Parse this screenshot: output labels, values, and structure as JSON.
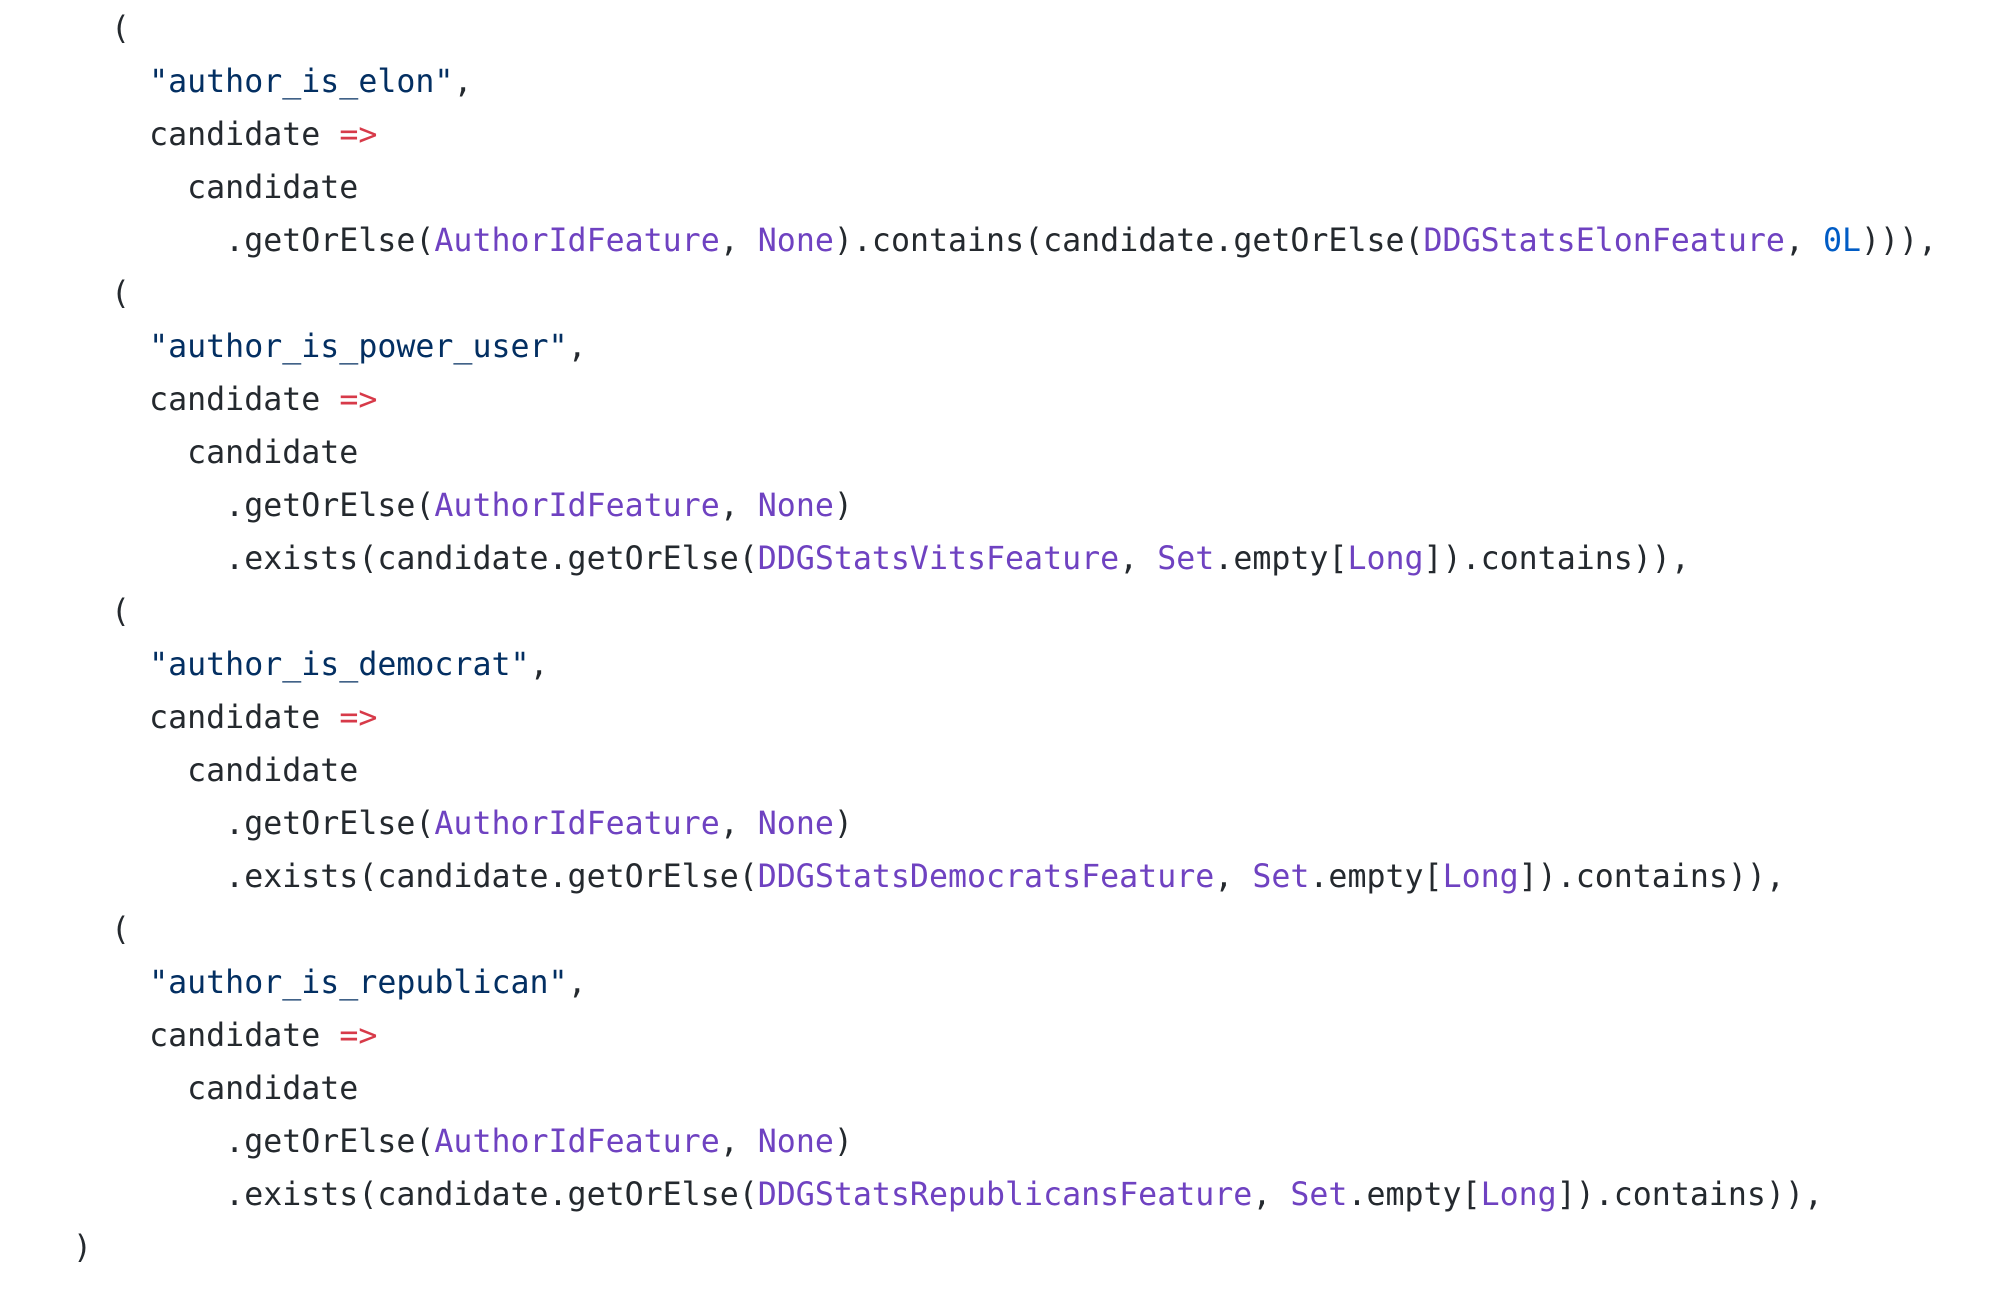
{
  "colors": {
    "background": "#ffffff",
    "plain": "#24292e",
    "string": "#032f62",
    "operator": "#d73a49",
    "type": "#6f42c1",
    "constant": "#005cc5"
  },
  "code": {
    "language": "scala",
    "lines": [
      {
        "indent": "  ",
        "tokens": [
          {
            "t": "plain",
            "v": "("
          }
        ]
      },
      {
        "indent": "    ",
        "tokens": [
          {
            "t": "string",
            "v": "\"author_is_elon\""
          },
          {
            "t": "plain",
            "v": ","
          }
        ]
      },
      {
        "indent": "    ",
        "tokens": [
          {
            "t": "plain",
            "v": "candidate "
          },
          {
            "t": "operator",
            "v": "=>"
          }
        ]
      },
      {
        "indent": "      ",
        "tokens": [
          {
            "t": "plain",
            "v": "candidate"
          }
        ]
      },
      {
        "indent": "        ",
        "tokens": [
          {
            "t": "plain",
            "v": ".getOrElse("
          },
          {
            "t": "type",
            "v": "AuthorIdFeature"
          },
          {
            "t": "plain",
            "v": ", "
          },
          {
            "t": "type",
            "v": "None"
          },
          {
            "t": "plain",
            "v": ").contains(candidate.getOrElse("
          },
          {
            "t": "type",
            "v": "DDGStatsElonFeature"
          },
          {
            "t": "plain",
            "v": ", "
          },
          {
            "t": "constant",
            "v": "0L"
          },
          {
            "t": "plain",
            "v": "))),"
          }
        ]
      },
      {
        "indent": "  ",
        "tokens": [
          {
            "t": "plain",
            "v": "("
          }
        ]
      },
      {
        "indent": "    ",
        "tokens": [
          {
            "t": "string",
            "v": "\"author_is_power_user\""
          },
          {
            "t": "plain",
            "v": ","
          }
        ]
      },
      {
        "indent": "    ",
        "tokens": [
          {
            "t": "plain",
            "v": "candidate "
          },
          {
            "t": "operator",
            "v": "=>"
          }
        ]
      },
      {
        "indent": "      ",
        "tokens": [
          {
            "t": "plain",
            "v": "candidate"
          }
        ]
      },
      {
        "indent": "        ",
        "tokens": [
          {
            "t": "plain",
            "v": ".getOrElse("
          },
          {
            "t": "type",
            "v": "AuthorIdFeature"
          },
          {
            "t": "plain",
            "v": ", "
          },
          {
            "t": "type",
            "v": "None"
          },
          {
            "t": "plain",
            "v": ")"
          }
        ]
      },
      {
        "indent": "        ",
        "tokens": [
          {
            "t": "plain",
            "v": ".exists(candidate.getOrElse("
          },
          {
            "t": "type",
            "v": "DDGStatsVitsFeature"
          },
          {
            "t": "plain",
            "v": ", "
          },
          {
            "t": "type",
            "v": "Set"
          },
          {
            "t": "plain",
            "v": ".empty["
          },
          {
            "t": "type",
            "v": "Long"
          },
          {
            "t": "plain",
            "v": "]).contains)),"
          }
        ]
      },
      {
        "indent": "  ",
        "tokens": [
          {
            "t": "plain",
            "v": "("
          }
        ]
      },
      {
        "indent": "    ",
        "tokens": [
          {
            "t": "string",
            "v": "\"author_is_democrat\""
          },
          {
            "t": "plain",
            "v": ","
          }
        ]
      },
      {
        "indent": "    ",
        "tokens": [
          {
            "t": "plain",
            "v": "candidate "
          },
          {
            "t": "operator",
            "v": "=>"
          }
        ]
      },
      {
        "indent": "      ",
        "tokens": [
          {
            "t": "plain",
            "v": "candidate"
          }
        ]
      },
      {
        "indent": "        ",
        "tokens": [
          {
            "t": "plain",
            "v": ".getOrElse("
          },
          {
            "t": "type",
            "v": "AuthorIdFeature"
          },
          {
            "t": "plain",
            "v": ", "
          },
          {
            "t": "type",
            "v": "None"
          },
          {
            "t": "plain",
            "v": ")"
          }
        ]
      },
      {
        "indent": "        ",
        "tokens": [
          {
            "t": "plain",
            "v": ".exists(candidate.getOrElse("
          },
          {
            "t": "type",
            "v": "DDGStatsDemocratsFeature"
          },
          {
            "t": "plain",
            "v": ", "
          },
          {
            "t": "type",
            "v": "Set"
          },
          {
            "t": "plain",
            "v": ".empty["
          },
          {
            "t": "type",
            "v": "Long"
          },
          {
            "t": "plain",
            "v": "]).contains)),"
          }
        ]
      },
      {
        "indent": "  ",
        "tokens": [
          {
            "t": "plain",
            "v": "("
          }
        ]
      },
      {
        "indent": "    ",
        "tokens": [
          {
            "t": "string",
            "v": "\"author_is_republican\""
          },
          {
            "t": "plain",
            "v": ","
          }
        ]
      },
      {
        "indent": "    ",
        "tokens": [
          {
            "t": "plain",
            "v": "candidate "
          },
          {
            "t": "operator",
            "v": "=>"
          }
        ]
      },
      {
        "indent": "      ",
        "tokens": [
          {
            "t": "plain",
            "v": "candidate"
          }
        ]
      },
      {
        "indent": "        ",
        "tokens": [
          {
            "t": "plain",
            "v": ".getOrElse("
          },
          {
            "t": "type",
            "v": "AuthorIdFeature"
          },
          {
            "t": "plain",
            "v": ", "
          },
          {
            "t": "type",
            "v": "None"
          },
          {
            "t": "plain",
            "v": ")"
          }
        ]
      },
      {
        "indent": "        ",
        "tokens": [
          {
            "t": "plain",
            "v": ".exists(candidate.getOrElse("
          },
          {
            "t": "type",
            "v": "DDGStatsRepublicansFeature"
          },
          {
            "t": "plain",
            "v": ", "
          },
          {
            "t": "type",
            "v": "Set"
          },
          {
            "t": "plain",
            "v": ".empty["
          },
          {
            "t": "type",
            "v": "Long"
          },
          {
            "t": "plain",
            "v": "]).contains)),"
          }
        ]
      },
      {
        "indent": "",
        "tokens": [
          {
            "t": "plain",
            "v": ")"
          }
        ]
      }
    ]
  }
}
